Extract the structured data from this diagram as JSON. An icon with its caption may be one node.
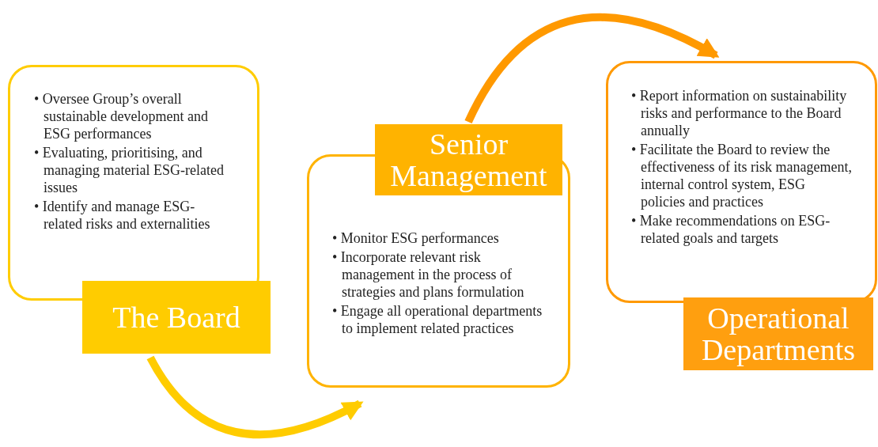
{
  "diagram": {
    "nodes": [
      {
        "text": [
          "• Oversee Group’s overall sustainable development and ESG performances",
          "• Evaluating, prioritising, and managing material ESG-related issues",
          "• Identify and manage ESG-related risks and externalities",
          "The Board"
        ]
      },
      {
        "text": [
          "Senior Management",
          "• Monitor ESG performances",
          "• Incorporate relevant risk management in the process of strategies and plans formulation",
          "• Engage all operational departments to implement related practices"
        ]
      },
      {
        "text": [
          "• Report information on sustainability risks and performance to the Board annually",
          "• Facilitate the Board to review the effectiveness of its risk management, internal control system, ESG policies and practices",
          "• Make recommendations on ESG-related goals and targets",
          "Operational Departments"
        ]
      }
    ],
    "edges": [
      {
        "from": 0,
        "to": 1,
        "arrow": "to",
        "color": "#ffcc00"
      },
      {
        "from": 1,
        "to": 2,
        "arrow": "to",
        "color": "#ff9900"
      }
    ]
  }
}
